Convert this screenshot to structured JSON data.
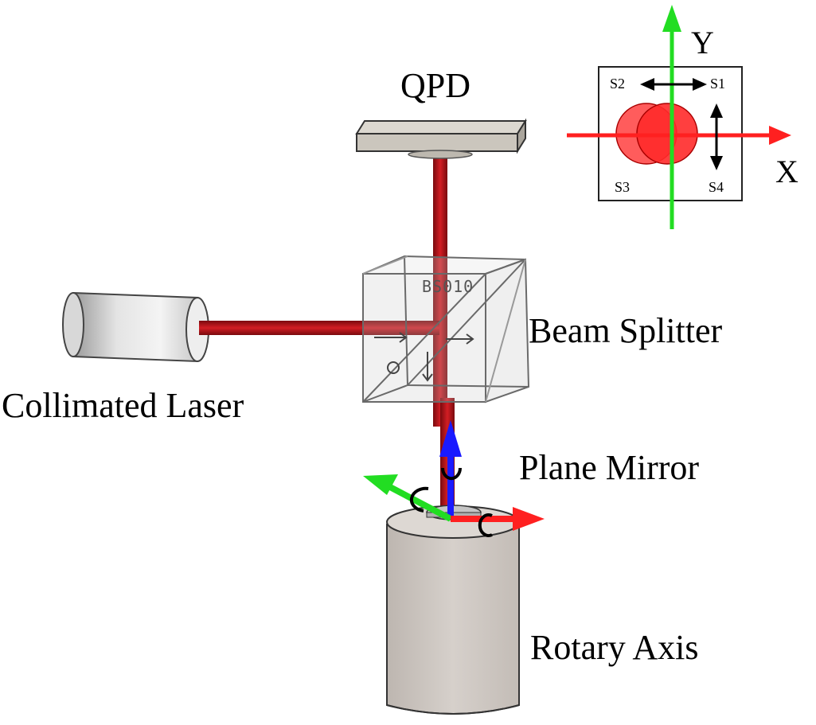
{
  "labels": {
    "qpd": "QPD",
    "beam_splitter": "Beam Splitter",
    "collimated_laser": "Collimated Laser",
    "plane_mirror": "Plane Mirror",
    "rotary_axis": "Rotary Axis",
    "bs_marking": "BS010"
  },
  "qpd_inset": {
    "axis_x": "X",
    "axis_y": "Y",
    "quadrants": [
      "S1",
      "S2",
      "S3",
      "S4"
    ]
  },
  "colors": {
    "laser_beam": "#c0161c",
    "axis_red": "#ff2020",
    "axis_green": "#22dd22",
    "axis_blue": "#1a1aff",
    "spot": "#ff2a2a",
    "cylinder": "#cfc9c4",
    "qpd_plate": "#cbc6bd"
  }
}
